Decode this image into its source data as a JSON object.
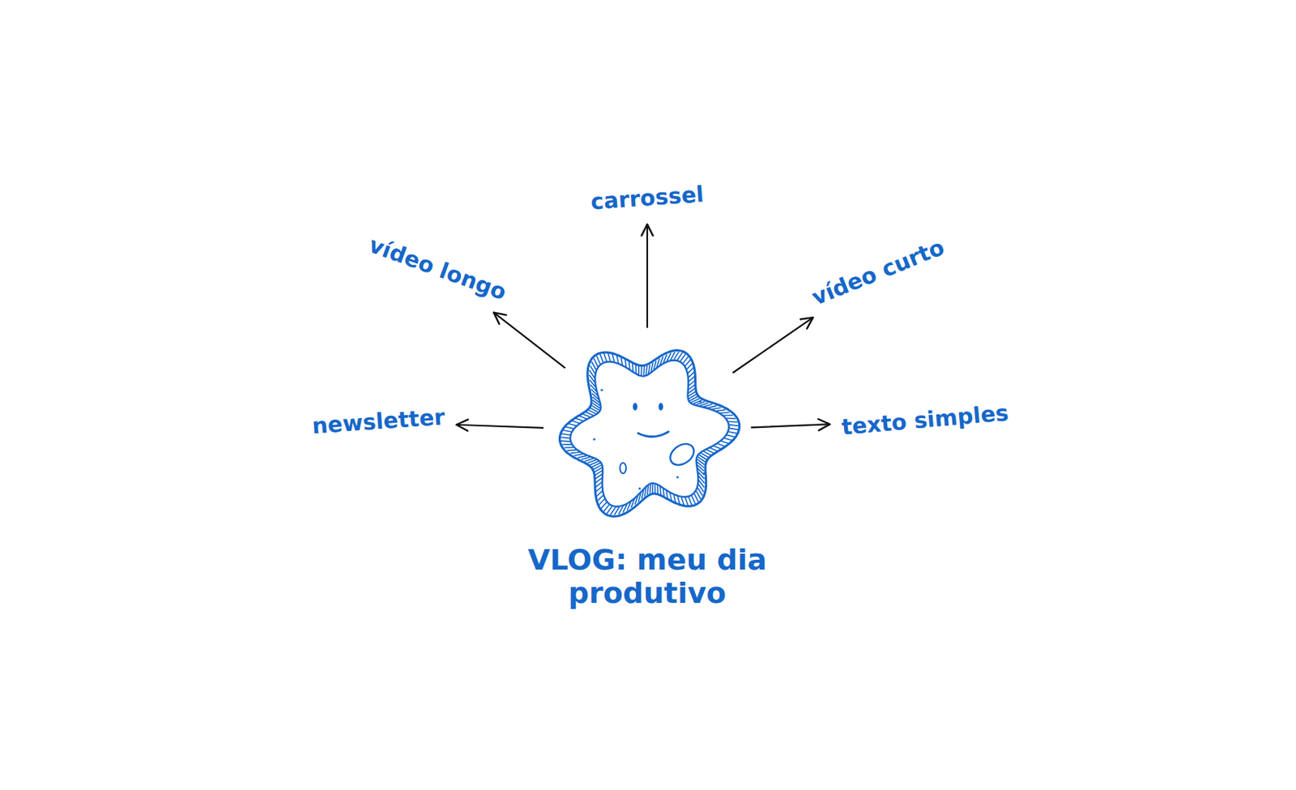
{
  "diagram": {
    "nodes": [
      {
        "text": [
          "VLOG: meu dia produtivo"
        ]
      },
      {
        "text": [
          "carrossel"
        ]
      },
      {
        "text": [
          "vídeo longo"
        ]
      },
      {
        "text": [
          "vídeo curto"
        ]
      },
      {
        "text": [
          "newsletter"
        ]
      },
      {
        "text": [
          "texto simples"
        ]
      }
    ],
    "edges": [
      {
        "from": 0,
        "to": 1,
        "arrow": "to"
      },
      {
        "from": 0,
        "to": 2,
        "arrow": "to"
      },
      {
        "from": 0,
        "to": 3,
        "arrow": "to"
      },
      {
        "from": 0,
        "to": 4,
        "arrow": "to"
      },
      {
        "from": 0,
        "to": 5,
        "arrow": "to"
      }
    ]
  }
}
